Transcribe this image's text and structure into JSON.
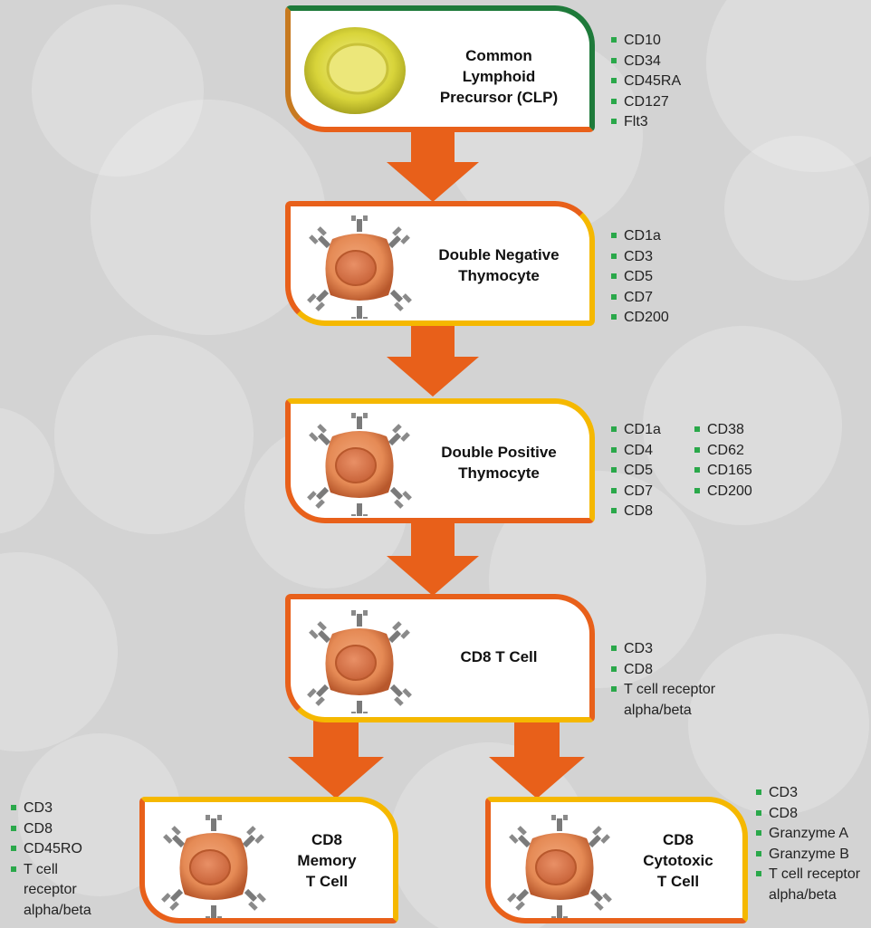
{
  "diagram": {
    "stages": {
      "clp": {
        "title": [
          "Common",
          "Lymphoid",
          "Precursor (CLP)"
        ],
        "markers": [
          "CD10",
          "CD34",
          "CD45RA",
          "CD127",
          "Flt3"
        ]
      },
      "double_negative": {
        "title": [
          "Double Negative",
          "Thymocyte"
        ],
        "markers": [
          "CD1a",
          "CD3",
          "CD5",
          "CD7",
          "CD200"
        ]
      },
      "double_positive": {
        "title": [
          "Double Positive",
          "Thymocyte"
        ],
        "markers_col1": [
          "CD1a",
          "CD4",
          "CD5",
          "CD7",
          "CD8"
        ],
        "markers_col2": [
          "CD38",
          "CD62",
          "CD165",
          "CD200"
        ]
      },
      "cd8_t_cell": {
        "title": [
          "CD8 T Cell"
        ],
        "markers": [
          "CD3",
          "CD8",
          "T cell receptor alpha/beta"
        ]
      },
      "cd8_memory": {
        "title": [
          "CD8",
          "Memory",
          "T Cell"
        ],
        "markers": [
          "CD3",
          "CD8",
          "CD45RO",
          "T cell receptor alpha/beta"
        ]
      },
      "cd8_cytotoxic": {
        "title": [
          "CD8",
          "Cytotoxic",
          "T Cell"
        ],
        "markers": [
          "CD3",
          "CD8",
          "Granzyme A",
          "Granzyme B",
          "T cell receptor alpha/beta"
        ]
      }
    },
    "colors": {
      "arrow": "#e8601a",
      "border_orange": "#f08a1c",
      "border_green": "#1e7a3a",
      "border_yellow": "#f5b800",
      "marker_bullet": "#2aa84a",
      "cell_orange": "#e58a55",
      "clp_cell_yellow": "#d8d43a"
    }
  }
}
